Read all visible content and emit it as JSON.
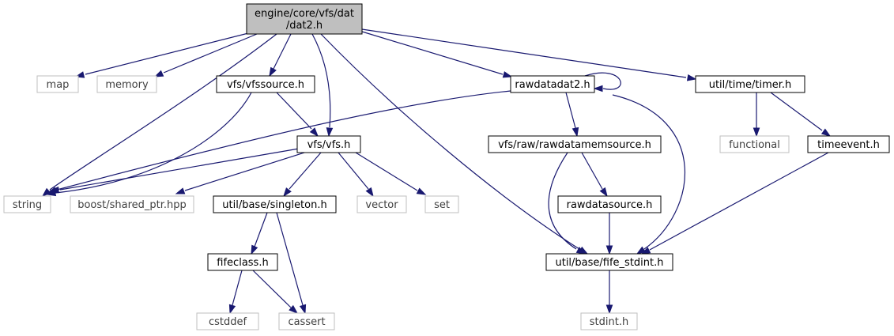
{
  "diagram": {
    "nodes": [
      {
        "id": "root",
        "lines": [
          "engine/core/vfs/dat",
          "/dat2.h"
        ],
        "style": "root"
      },
      {
        "id": "map",
        "lines": [
          "map"
        ],
        "style": "sys"
      },
      {
        "id": "memory",
        "lines": [
          "memory"
        ],
        "style": "sys"
      },
      {
        "id": "vfssource",
        "lines": [
          "vfs/vfssource.h"
        ],
        "style": "normal"
      },
      {
        "id": "rawdatadat2",
        "lines": [
          "rawdatadat2.h"
        ],
        "style": "normal"
      },
      {
        "id": "timer",
        "lines": [
          "util/time/timer.h"
        ],
        "style": "normal"
      },
      {
        "id": "vfs",
        "lines": [
          "vfs/vfs.h"
        ],
        "style": "normal"
      },
      {
        "id": "rawdatamemsource",
        "lines": [
          "vfs/raw/rawdatamemsource.h"
        ],
        "style": "normal"
      },
      {
        "id": "functional",
        "lines": [
          "functional"
        ],
        "style": "sys"
      },
      {
        "id": "timeevent",
        "lines": [
          "timeevent.h"
        ],
        "style": "normal"
      },
      {
        "id": "string",
        "lines": [
          "string"
        ],
        "style": "sys"
      },
      {
        "id": "shared_ptr",
        "lines": [
          "boost/shared_ptr.hpp"
        ],
        "style": "sys"
      },
      {
        "id": "singleton",
        "lines": [
          "util/base/singleton.h"
        ],
        "style": "normal"
      },
      {
        "id": "vector",
        "lines": [
          "vector"
        ],
        "style": "sys"
      },
      {
        "id": "set",
        "lines": [
          "set"
        ],
        "style": "sys"
      },
      {
        "id": "rawdatasource",
        "lines": [
          "rawdatasource.h"
        ],
        "style": "normal"
      },
      {
        "id": "fifeclass",
        "lines": [
          "fifeclass.h"
        ],
        "style": "normal"
      },
      {
        "id": "fife_stdint",
        "lines": [
          "util/base/fife_stdint.h"
        ],
        "style": "normal"
      },
      {
        "id": "cstddef",
        "lines": [
          "cstddef"
        ],
        "style": "sys"
      },
      {
        "id": "cassert",
        "lines": [
          "cassert"
        ],
        "style": "sys"
      },
      {
        "id": "stdint",
        "lines": [
          "stdint.h"
        ],
        "style": "sys"
      }
    ],
    "edges": [
      [
        "root",
        "map"
      ],
      [
        "root",
        "memory"
      ],
      [
        "root",
        "vfssource"
      ],
      [
        "root",
        "vfs"
      ],
      [
        "root",
        "string"
      ],
      [
        "root",
        "fife_stdint"
      ],
      [
        "root",
        "rawdatadat2"
      ],
      [
        "root",
        "timer"
      ],
      [
        "vfssource",
        "vfs"
      ],
      [
        "vfssource",
        "string"
      ],
      [
        "rawdatadat2",
        "string"
      ],
      [
        "rawdatadat2",
        "rawdatamemsource"
      ],
      [
        "rawdatadat2",
        "fife_stdint"
      ],
      [
        "rawdatadat2",
        "rawdatadat2"
      ],
      [
        "timer",
        "functional"
      ],
      [
        "timer",
        "timeevent"
      ],
      [
        "vfs",
        "string"
      ],
      [
        "vfs",
        "shared_ptr"
      ],
      [
        "vfs",
        "singleton"
      ],
      [
        "vfs",
        "vector"
      ],
      [
        "vfs",
        "set"
      ],
      [
        "rawdatamemsource",
        "rawdatasource"
      ],
      [
        "rawdatamemsource",
        "fife_stdint"
      ],
      [
        "timeevent",
        "fife_stdint"
      ],
      [
        "singleton",
        "fifeclass"
      ],
      [
        "singleton",
        "cassert"
      ],
      [
        "rawdatasource",
        "fife_stdint"
      ],
      [
        "fifeclass",
        "cstddef"
      ],
      [
        "fifeclass",
        "cassert"
      ],
      [
        "fife_stdint",
        "stdint"
      ]
    ]
  }
}
